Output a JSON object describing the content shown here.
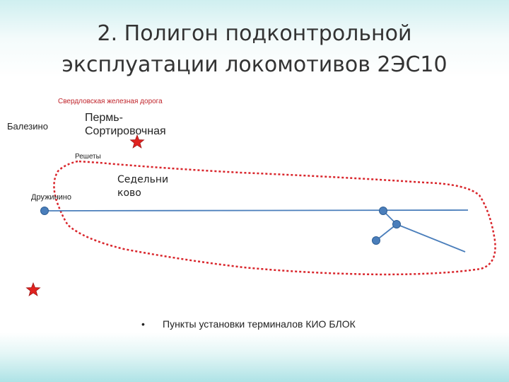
{
  "title": {
    "line1": "2. Полигон подконтрольной",
    "line2": "эксплуатации локомотивов 2ЭС10"
  },
  "labels": {
    "railroad": "Свердловская железная дорога",
    "balezino": "Балезино",
    "perm_line1": "Пермь-",
    "perm_line2": "Сортировочная",
    "reshety": "Решеты",
    "druzhinino": "Дружинино",
    "sedelnikovo_line1": "Седельни",
    "sedelnikovo_line2": "ково"
  },
  "legend": {
    "bullet": "•",
    "text": "Пункты установки терминалов КИО БЛОК"
  },
  "colors": {
    "rail_line": "#4a7ebb",
    "polygon_border": "#d9262c",
    "star": "#e0221f",
    "node_fill": "#4a7ebb"
  },
  "icons": {
    "terminal_marker": "red-star-icon",
    "station_node": "blue-circle-node"
  }
}
